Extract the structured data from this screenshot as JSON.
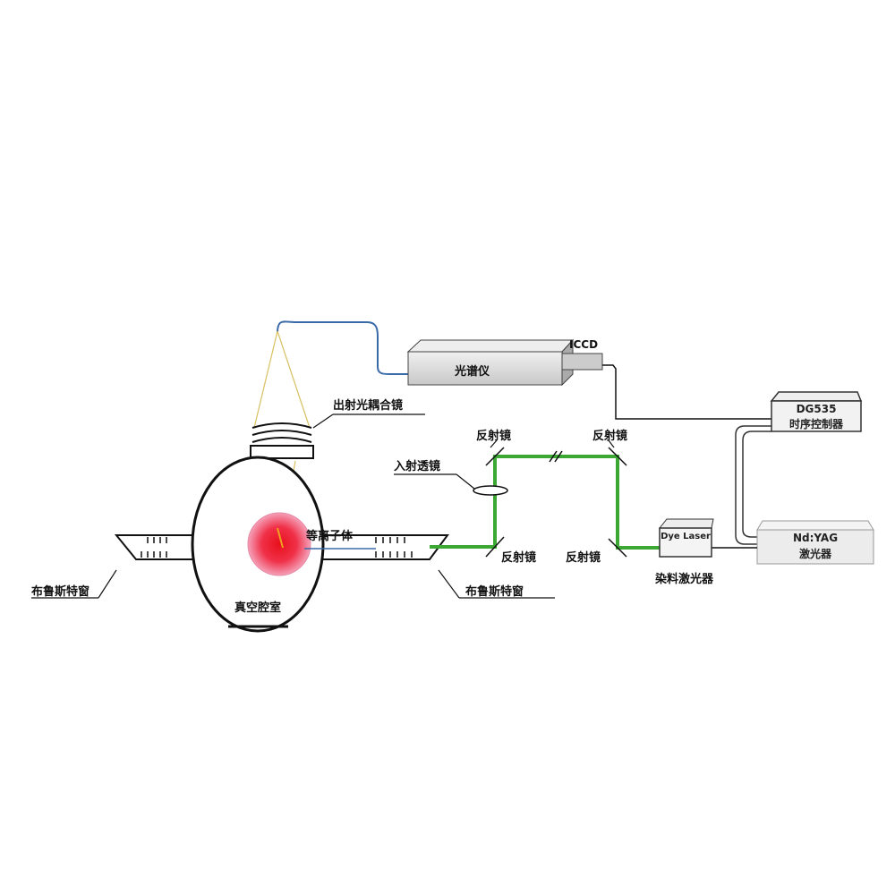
{
  "labels": {
    "spectrometer": "光谱仪",
    "iccd": "ICCD",
    "collection_coupler": "出射光耦合镜",
    "mirror_top_left": "反射镜",
    "mirror_top_right": "反射镜",
    "incident_lens": "入射透镜",
    "mirror_bottom_left": "反射镜",
    "mirror_bottom_right": "反射镜",
    "plasma": "等离子体",
    "vacuum_chamber": "真空腔室",
    "left_window": "布鲁斯特窗",
    "right_window": "布鲁斯特窗",
    "dye_laser_box": "Dye Laser",
    "dye_laser": "染料激光器",
    "nd_yag_model": "Nd:YAG",
    "nd_yag": "激光器",
    "dg535_model": "DG535",
    "dg535": "时序控制器"
  },
  "colors": {
    "beam": "#3aa832",
    "fiber": "#3a6aa8",
    "plasma": "#e8162a",
    "collection": "#d8c060"
  }
}
